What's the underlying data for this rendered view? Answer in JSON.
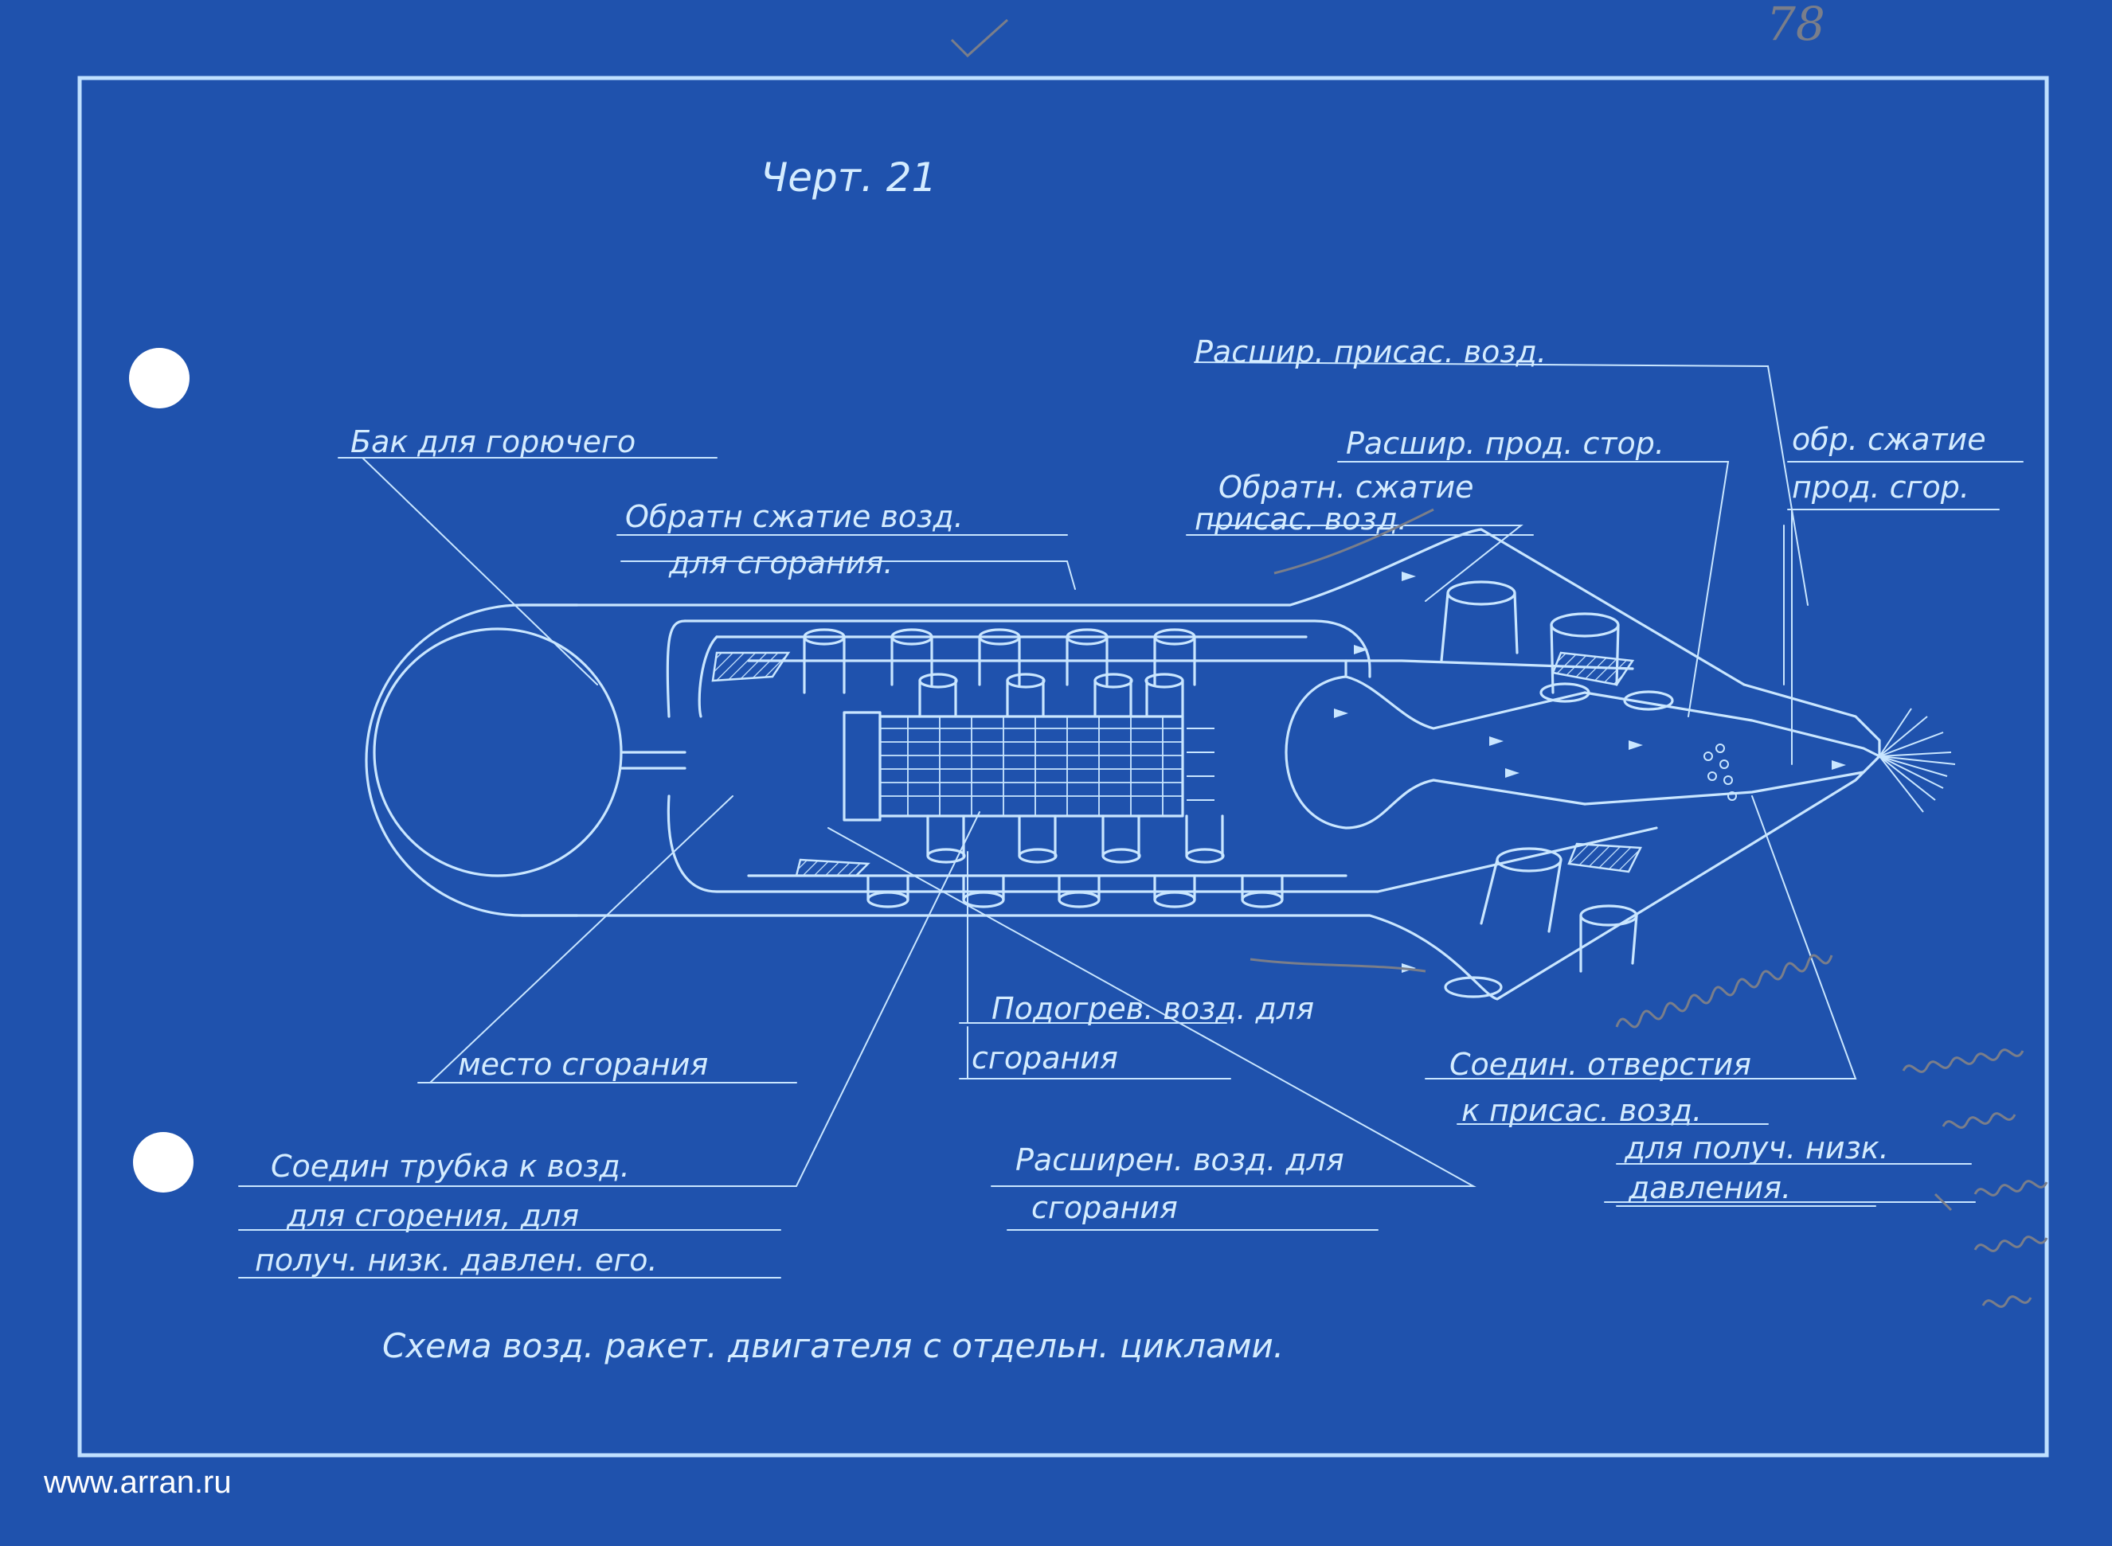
{
  "drawing_number": "Черт. 21",
  "page_number": "78",
  "caption": "Схема возд. ракет. двигателя с отдельн. циклами.",
  "labels": {
    "fuel_tank": "Бак для горючего",
    "reverse_compression_combustion_air_1": "Обратн сжатие возд.",
    "reverse_compression_combustion_air_2": "для сгорания.",
    "expansion_sucked_air": "Расшир. присас. возд.",
    "expansion_combustion_products": "Расшир. прод. стор.",
    "reverse_compression_sucked_air_1": "Обратн. сжатие",
    "reverse_compression_sucked_air_2": "присас. возд.",
    "reverse_compression_products_1": "обр. сжатие",
    "reverse_compression_products_2": "прод. сгор.",
    "combustion_place": "место сгорания",
    "heating_air_1": "Подогрев. возд. для",
    "heating_air_2": "сгорания",
    "connecting_holes_1": "Соедин. отверстия",
    "connecting_holes_2": "к присас. возд.",
    "connecting_holes_3": "для получ. низк.",
    "connecting_holes_4": "давления.",
    "connecting_tube_1": "Соедин трубка к возд.",
    "connecting_tube_2": "для сгорения, для",
    "connecting_tube_3": "получ. низк. давлен. его.",
    "expanded_air_1": "Расширен. возд. для",
    "expanded_air_2": "сгорания"
  },
  "watermark": "www.arran.ru",
  "colors": {
    "paper": "#1f52ad",
    "line": "#c9e6ff",
    "pencil": "#7a7e8a"
  }
}
